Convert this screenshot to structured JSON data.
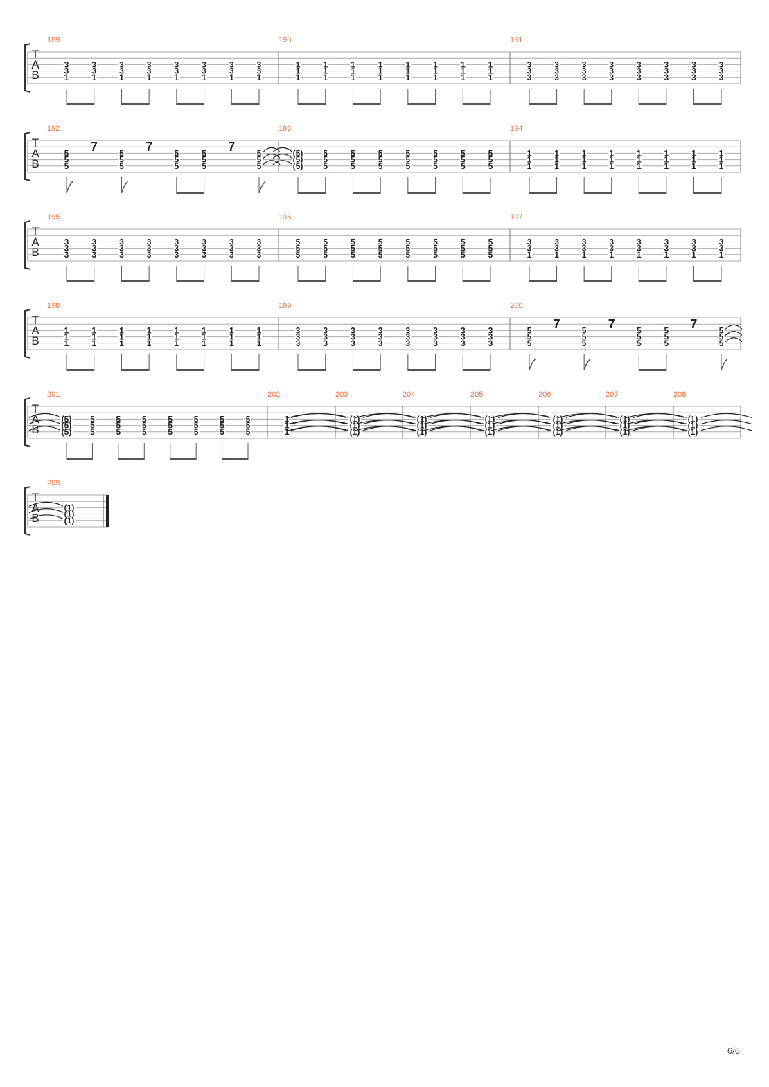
{
  "page": {
    "number": "6/6"
  },
  "colors": {
    "measure_number": "#e8784a",
    "ink": "#222222",
    "staff_line": "#aaaaaa",
    "brace": "#333333"
  },
  "clef": {
    "letters": [
      "T",
      "A",
      "B"
    ]
  },
  "systems": [
    {
      "measures": [
        {
          "number": "189",
          "chord": [
            "3",
            "3",
            "1"
          ],
          "pattern": "eighths"
        },
        {
          "number": "190",
          "chord": [
            "1",
            "1",
            "1"
          ],
          "pattern": "eighths"
        },
        {
          "number": "191",
          "chord": [
            "3",
            "3",
            "3"
          ],
          "pattern": "eighths"
        }
      ]
    },
    {
      "measures": [
        {
          "number": "192",
          "chord": [
            "5",
            "5",
            "5"
          ],
          "pattern": "rest_figure"
        },
        {
          "number": "193",
          "chord": [
            "5",
            "5",
            "5"
          ],
          "pattern": "eighths",
          "tied_first": true
        },
        {
          "number": "194",
          "chord": [
            "1",
            "1",
            "1"
          ],
          "pattern": "eighths"
        }
      ]
    },
    {
      "measures": [
        {
          "number": "195",
          "chord": [
            "3",
            "3",
            "3"
          ],
          "pattern": "eighths"
        },
        {
          "number": "196",
          "chord": [
            "5",
            "5",
            "5"
          ],
          "pattern": "eighths"
        },
        {
          "number": "197",
          "chord": [
            "3",
            "3",
            "1"
          ],
          "pattern": "eighths"
        }
      ]
    },
    {
      "measures": [
        {
          "number": "198",
          "chord": [
            "1",
            "1",
            "1"
          ],
          "pattern": "eighths"
        },
        {
          "number": "199",
          "chord": [
            "3",
            "3",
            "3"
          ],
          "pattern": "eighths"
        },
        {
          "number": "200",
          "chord": [
            "5",
            "5",
            "5"
          ],
          "pattern": "rest_figure"
        }
      ]
    },
    {
      "measures": [
        {
          "number": "201",
          "chord": [
            "5",
            "5",
            "5"
          ],
          "pattern": "eighths",
          "tied_first": true
        },
        {
          "number": "202",
          "chord": [
            "1",
            "1",
            "1"
          ],
          "pattern": "whole"
        },
        {
          "number": "203",
          "chord": [
            "1",
            "1",
            "1"
          ],
          "pattern": "whole",
          "tied_first": true
        },
        {
          "number": "204",
          "chord": [
            "1",
            "1",
            "1"
          ],
          "pattern": "whole",
          "tied_first": true
        },
        {
          "number": "205",
          "chord": [
            "1",
            "1",
            "1"
          ],
          "pattern": "whole",
          "tied_first": true
        },
        {
          "number": "206",
          "chord": [
            "1",
            "1",
            "1"
          ],
          "pattern": "whole",
          "tied_first": true
        },
        {
          "number": "207",
          "chord": [
            "1",
            "1",
            "1"
          ],
          "pattern": "whole",
          "tied_first": true
        },
        {
          "number": "208",
          "chord": [
            "1",
            "1",
            "1"
          ],
          "pattern": "whole",
          "tied_first": true
        }
      ]
    },
    {
      "final": true,
      "measures": [
        {
          "number": "209",
          "chord": [
            "1",
            "1",
            "1"
          ],
          "pattern": "whole",
          "tied_first": true
        }
      ]
    }
  ]
}
